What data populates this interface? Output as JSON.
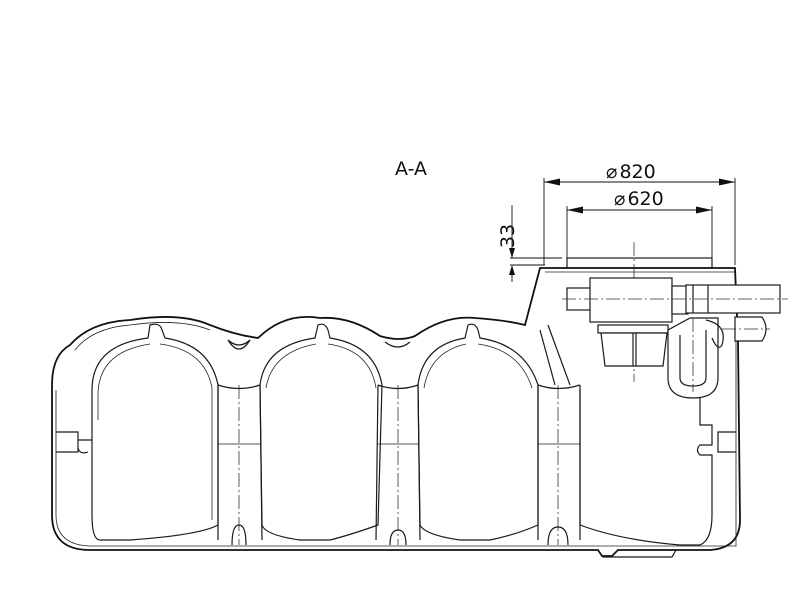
{
  "drawing": {
    "section_label": "A-A",
    "line_color": "#111111",
    "background": "#ffffff",
    "dimensions": {
      "outer_diameter": {
        "symbol": "⌀",
        "value": "820"
      },
      "inner_diameter": {
        "symbol": "⌀",
        "value": "620"
      },
      "collar_height": {
        "value": "33"
      }
    },
    "parts": {
      "tank": "multi-chamber tank cross-section",
      "chambers": 3,
      "access_shaft": "dome shaft with collar",
      "inlet_pipe": "horizontal inlet pipe",
      "outlet_pipe": "horizontal outlet pipe",
      "filter_basket": "filter basket",
      "siphon": "U-bend siphon"
    }
  }
}
